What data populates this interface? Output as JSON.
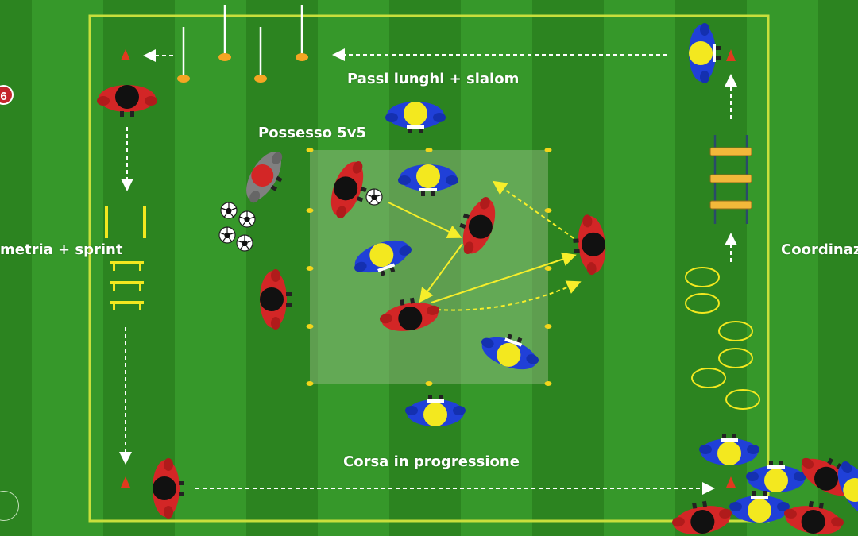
{
  "labels": {
    "long_strides": "Passi lunghi + slalom",
    "possession": "Possesso 5v5",
    "sprint": "metria + sprint",
    "coordination": "Coordinaz",
    "progressive_run": "Corsa in progressione"
  },
  "badge_number": "6",
  "colors": {
    "grass_light": "#36982a",
    "grass_dark": "#2c8420",
    "line": "#c8df3c",
    "red_team": "#d32626",
    "blue_team": "#2040d8",
    "yellow_head": "#f3e81f",
    "cone_orange": "#f5a623",
    "cone_red": "#e03a1e",
    "arrow_yellow": "#f6ee2a",
    "possession_area": "#9bbf8a"
  },
  "icons": [
    "football-icon",
    "cone-icon",
    "pole-icon",
    "agility-ladder-icon",
    "hurdle-icon",
    "ring-icon",
    "player-icon"
  ]
}
